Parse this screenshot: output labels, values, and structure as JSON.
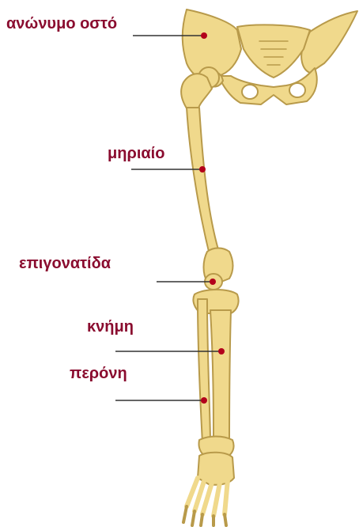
{
  "diagram": {
    "label_color": "#8a0c2f",
    "bone_fill": "#f0d98c",
    "bone_stroke": "#b89a4a",
    "leader_color": "#333333",
    "marker_color": "#b3001b",
    "labels": [
      {
        "id": "hip-bone",
        "text": "ανώνυμο οστό"
      },
      {
        "id": "femur",
        "text": "μηριαίο"
      },
      {
        "id": "patella",
        "text": "επιγονατίδα"
      },
      {
        "id": "tibia",
        "text": "κνήμη"
      },
      {
        "id": "fibula",
        "text": "περόνη"
      }
    ]
  }
}
